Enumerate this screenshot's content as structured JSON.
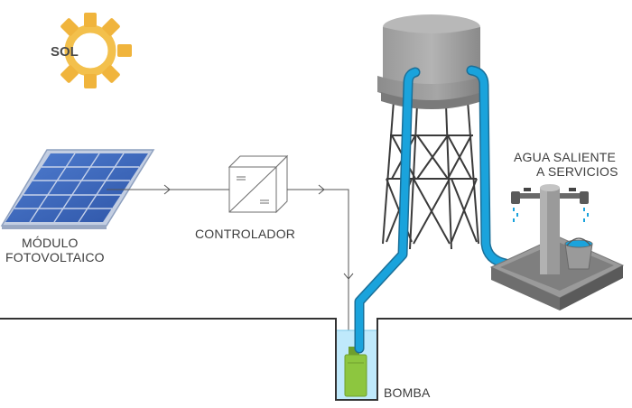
{
  "labels": {
    "sun": "SOL",
    "panel_line1": "MÓDULO",
    "panel_line2": "FOTOVOLTAICO",
    "controller": "CONTROLADOR",
    "outlet_line1": "AGUA SALIENTE",
    "outlet_line2": "A SERVICIOS",
    "pump": "BOMBA"
  },
  "colors": {
    "sun_ray": "#f0b43c",
    "sun_ring": "#f3c04c",
    "panel_cell": "#3a63b8",
    "panel_frame": "#b9c6dc",
    "pipe": "#1aa3dc",
    "water": "#bfe9fb",
    "pump_body": "#8dc63f",
    "tank": "#8f8f8f",
    "ground_line": "#333333"
  },
  "icons": [
    "sun-icon",
    "solar-panel-icon",
    "controller-icon",
    "water-tower-icon",
    "pump-icon",
    "faucet-icon",
    "bucket-icon"
  ]
}
